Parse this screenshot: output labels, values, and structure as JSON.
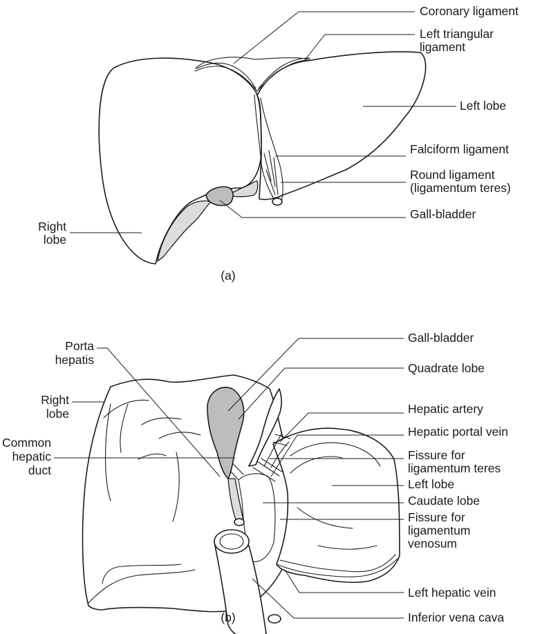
{
  "figure_a": {
    "caption": "(a)",
    "labels": {
      "coronary_ligament": "Coronary ligament",
      "left_triangular_1": "Left triangular",
      "left_triangular_2": "ligament",
      "left_lobe": "Left lobe",
      "falciform_ligament": "Falciform ligament",
      "round_ligament_1": "Round ligament",
      "round_ligament_2": "(ligamentum teres)",
      "gall_bladder": "Gall-bladder",
      "right_lobe_1": "Right",
      "right_lobe_2": "lobe"
    }
  },
  "figure_b": {
    "caption": "(b)",
    "labels": {
      "porta_hepatis_1": "Porta",
      "porta_hepatis_2": "hepatis",
      "right_lobe_1": "Right",
      "right_lobe_2": "lobe",
      "common_hepatic_duct_1": "Common",
      "common_hepatic_duct_2": "hepatic",
      "common_hepatic_duct_3": "duct",
      "gall_bladder": "Gall-bladder",
      "quadrate_lobe": "Quadrate lobe",
      "hepatic_artery": "Hepatic artery",
      "hepatic_portal_vein": "Hepatic portal vein",
      "fissure_teres_1": "Fissure for",
      "fissure_teres_2": "ligamentum teres",
      "left_lobe": "Left lobe",
      "caudate_lobe": "Caudate lobe",
      "fissure_venosum_1": "Fissure for",
      "fissure_venosum_2": "ligamentum",
      "fissure_venosum_3": "venosum",
      "left_hepatic_vein": "Left hepatic vein",
      "inferior_vena_cava": "Inferior vena cava"
    }
  }
}
